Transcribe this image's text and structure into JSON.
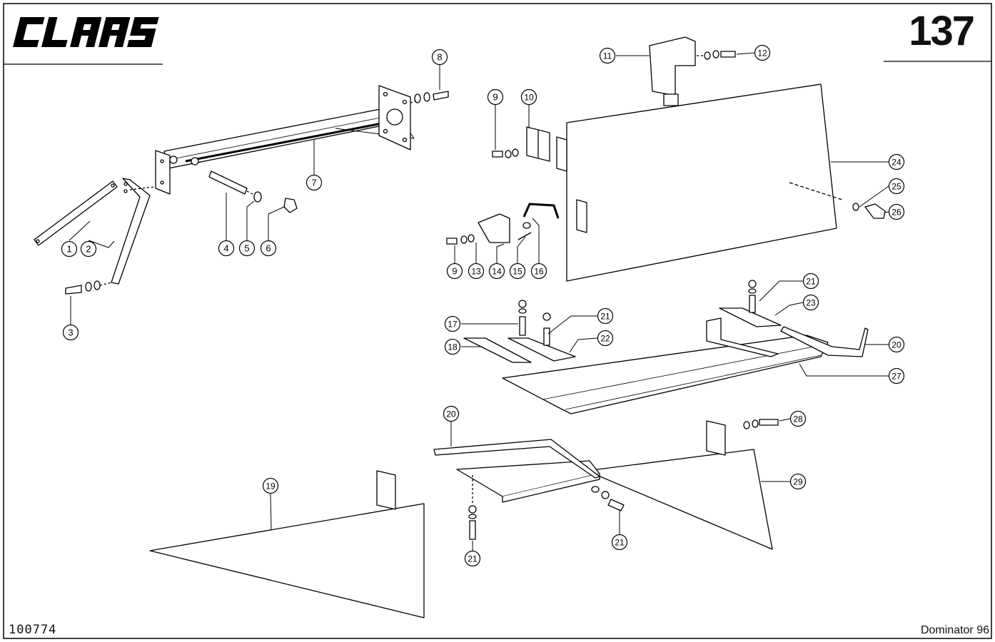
{
  "header": {
    "brand": "CLAAS",
    "page_number": "137"
  },
  "footer": {
    "drawing_number": "100774",
    "model": "Dominator 96"
  },
  "callouts": [
    {
      "id": "1",
      "label": "1"
    },
    {
      "id": "2",
      "label": "2"
    },
    {
      "id": "3",
      "label": "3"
    },
    {
      "id": "4",
      "label": "4"
    },
    {
      "id": "5",
      "label": "5"
    },
    {
      "id": "6",
      "label": "6"
    },
    {
      "id": "7",
      "label": "7"
    },
    {
      "id": "8",
      "label": "8"
    },
    {
      "id": "9a",
      "label": "9"
    },
    {
      "id": "10",
      "label": "10"
    },
    {
      "id": "11",
      "label": "11"
    },
    {
      "id": "12",
      "label": "12"
    },
    {
      "id": "9b",
      "label": "9"
    },
    {
      "id": "13",
      "label": "13"
    },
    {
      "id": "14",
      "label": "14"
    },
    {
      "id": "15",
      "label": "15"
    },
    {
      "id": "16",
      "label": "16"
    },
    {
      "id": "24",
      "label": "24"
    },
    {
      "id": "25",
      "label": "25"
    },
    {
      "id": "26",
      "label": "26"
    },
    {
      "id": "17",
      "label": "17"
    },
    {
      "id": "18",
      "label": "18"
    },
    {
      "id": "21a",
      "label": "21"
    },
    {
      "id": "22",
      "label": "22"
    },
    {
      "id": "21b",
      "label": "21"
    },
    {
      "id": "23",
      "label": "23"
    },
    {
      "id": "20a",
      "label": "20"
    },
    {
      "id": "27",
      "label": "27"
    },
    {
      "id": "20b",
      "label": "20"
    },
    {
      "id": "28",
      "label": "28"
    },
    {
      "id": "29",
      "label": "29"
    },
    {
      "id": "19",
      "label": "19"
    },
    {
      "id": "21c",
      "label": "21"
    },
    {
      "id": "21d",
      "label": "21"
    }
  ]
}
